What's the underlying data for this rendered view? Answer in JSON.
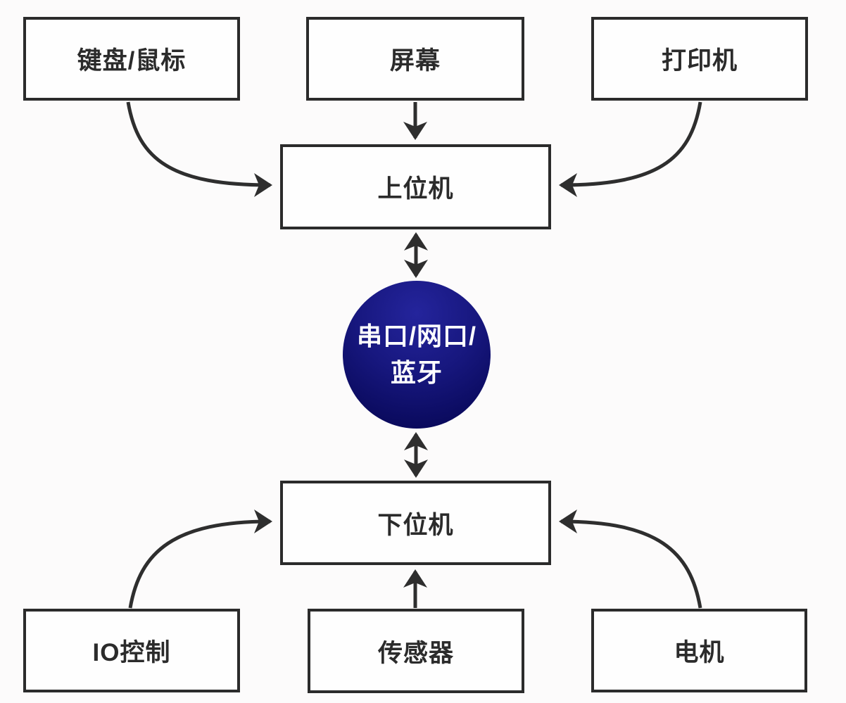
{
  "diagram": {
    "type": "architecture-flowchart",
    "nodes": {
      "keyboard_mouse": {
        "label": "键盘/鼠标"
      },
      "screen": {
        "label": "屏幕"
      },
      "printer": {
        "label": "打印机"
      },
      "host": {
        "label": "上位机"
      },
      "hub": {
        "line1": "串口/网口/",
        "line2": "蓝牙"
      },
      "slave": {
        "label": "下位机"
      },
      "io_control": {
        "label": "IO控制"
      },
      "sensor": {
        "label": "传感器"
      },
      "motor": {
        "label": "电机"
      }
    },
    "edges": [
      {
        "from": "keyboard_mouse",
        "to": "host",
        "style": "curved",
        "direction": "one-way"
      },
      {
        "from": "screen",
        "to": "host",
        "style": "straight",
        "direction": "one-way"
      },
      {
        "from": "printer",
        "to": "host",
        "style": "curved",
        "direction": "one-way"
      },
      {
        "from": "host",
        "to": "hub",
        "style": "straight",
        "direction": "two-way"
      },
      {
        "from": "hub",
        "to": "slave",
        "style": "straight",
        "direction": "two-way"
      },
      {
        "from": "io_control",
        "to": "slave",
        "style": "curved",
        "direction": "one-way"
      },
      {
        "from": "sensor",
        "to": "slave",
        "style": "straight",
        "direction": "one-way"
      },
      {
        "from": "motor",
        "to": "slave",
        "style": "curved",
        "direction": "one-way"
      }
    ],
    "colors": {
      "background": "#fcfbfb",
      "box_fill": "#fefefe",
      "box_border": "#2b2b2b",
      "box_text": "#2b2b2b",
      "arrow": "#2e2e2e",
      "hub_gradient_top": "#24249c",
      "hub_gradient_bottom": "#070752",
      "hub_text": "#ffffff"
    }
  }
}
